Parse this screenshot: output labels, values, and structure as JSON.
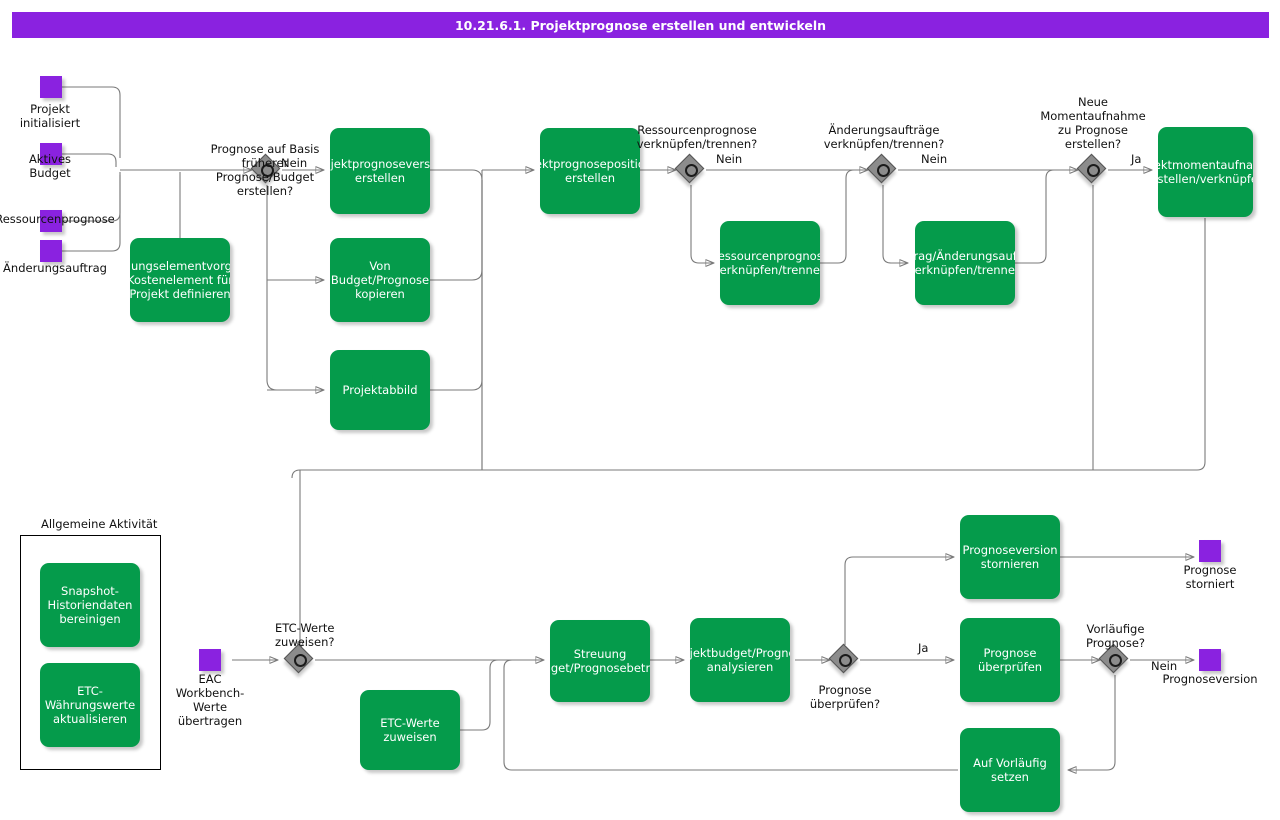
{
  "header": {
    "title": "10.21.6.1. Projektprognose erstellen und entwickeln",
    "bar_color": "#8A22E0",
    "text_color": "#ffffff"
  },
  "palette": {
    "task_fill": "#059B4B",
    "event_fill": "#8A22E0",
    "gateway_fill": "#8C8C8C",
    "connector": "#7a7a7a"
  },
  "start_events": [
    {
      "name": "projekt-initialisiert",
      "label": "Projekt\ninitialisiert"
    },
    {
      "name": "aktives-budget",
      "label": "Aktives\nBudget"
    },
    {
      "name": "ressourcenprognose",
      "label": "Ressourcenprognose"
    },
    {
      "name": "aenderungsauftrag",
      "label": "Änderungsauftrag"
    }
  ],
  "end_events": [
    {
      "name": "prognose-storniert",
      "label": "Prognose\nstorniert"
    },
    {
      "name": "prognoseversion",
      "label": "Prognoseversion"
    }
  ],
  "mid_events": [
    {
      "name": "eac-workbench-werte-uebertragen",
      "label": "EAC\nWorkbench-\nWerte\nübertragen"
    }
  ],
  "tasks": [
    {
      "name": "rechnungselementvorgaben-definieren",
      "label": "Rechnungselementvorgaben/\nKostenelement für\nProjekt definieren"
    },
    {
      "name": "projektprognoseversion-erstellen",
      "label": "Projektprognoseversion\nerstellen"
    },
    {
      "name": "von-budget-prognose-kopieren",
      "label": "Von\nBudget/Prognose\nkopieren"
    },
    {
      "name": "projektabbild",
      "label": "Projektabbild"
    },
    {
      "name": "projektprognosepositionen-erstellen",
      "label": "Projektprognosepositionen\nerstellen"
    },
    {
      "name": "ressourcenprognose-verknuepfen-trennen",
      "label": "Ressourcenprognose\nverknüpfen/trennen"
    },
    {
      "name": "auftrag-aenderungsauftrag-verknuepfen-trennen",
      "label": "Auftrag/Änderungsauftrag\nverknüpfen/trennen"
    },
    {
      "name": "projektmomentaufnahme-erstellen-verknuepfen",
      "label": "Projektmomentaufnahme\nerstellen/verknüpfen"
    },
    {
      "name": "snapshot-historiendaten-bereinigen",
      "label": "Snapshot-\nHistoriendaten\nbereinigen"
    },
    {
      "name": "etc-waehrungswerte-aktualisieren",
      "label": "ETC-\nWährungswerte\naktualisieren"
    },
    {
      "name": "etc-werte-zuweisen",
      "label": "ETC-Werte\nzuweisen"
    },
    {
      "name": "streuung-budget-prognosebetraege",
      "label": "Streuung\nBudget/Prognosebeträge"
    },
    {
      "name": "projektbudget-prognose-analysieren",
      "label": "Projektbudget/Prognose\nanalysieren"
    },
    {
      "name": "prognoseversion-stornieren",
      "label": "Prognoseversion\nstornieren"
    },
    {
      "name": "prognose-ueberpruefen",
      "label": "Prognose\nüberprüfen"
    },
    {
      "name": "auf-vorlaeufig-setzen",
      "label": "Auf Vorläufig\nsetzen"
    }
  ],
  "gateways": [
    {
      "name": "gw-prognose-auf-basis",
      "label": "Prognose auf Basis\nfrüherer\nPrognose/Budget\nerstellen?"
    },
    {
      "name": "gw-ressourcenprognose-verknuepfen",
      "label": "Ressourcenprognose\nverknüpfen/trennen?"
    },
    {
      "name": "gw-aenderungsauftraege-verknuepfen",
      "label": "Änderungsaufträge\nverknüpfen/trennen?"
    },
    {
      "name": "gw-neue-momentaufnahme",
      "label": "Neue\nMomentaufnahme\nzu Prognose\nerstellen?"
    },
    {
      "name": "gw-etc-werte-zuweisen",
      "label": "ETC-Werte\nzuweisen?"
    },
    {
      "name": "gw-prognose-ueberpruefen",
      "label": "Prognose\nüberprüfen?"
    },
    {
      "name": "gw-vorlaeufige-prognose",
      "label": "Vorläufige\nPrognose?"
    }
  ],
  "flow_labels": [
    {
      "name": "flow-nein-basis",
      "text": "Nein"
    },
    {
      "name": "flow-nein-ressourcenprognose",
      "text": "Nein"
    },
    {
      "name": "flow-nein-aenderungsauftraege",
      "text": "Nein"
    },
    {
      "name": "flow-ja-momentaufnahme",
      "text": "Ja"
    },
    {
      "name": "flow-ja-pruefen",
      "text": "Ja"
    },
    {
      "name": "flow-nein-vorlaeufig",
      "text": "Nein"
    }
  ],
  "legend": {
    "title": "Allgemeine Aktivität"
  }
}
